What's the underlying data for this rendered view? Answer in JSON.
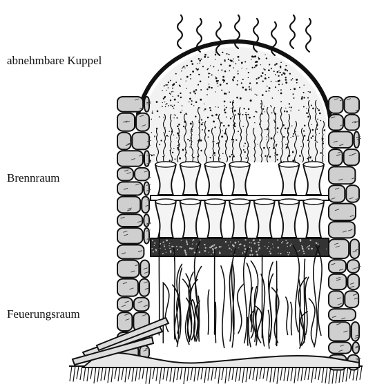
{
  "labels": {
    "dome": "abnehmbare Kuppel",
    "burn_chamber": "Brennraum",
    "fire_chamber": "Feuerungsraum"
  },
  "colors": {
    "ink": "#111111",
    "background": "#ffffff"
  }
}
